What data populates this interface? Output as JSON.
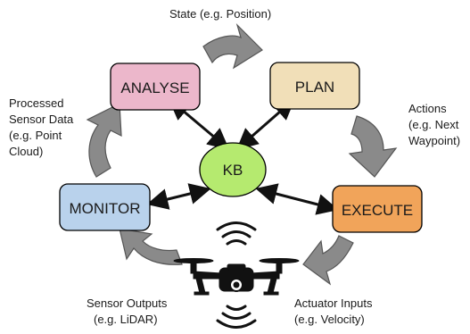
{
  "nodes": {
    "analyse": {
      "label": "ANALYSE",
      "fill": "#ecb7cb"
    },
    "plan": {
      "label": "PLAN",
      "fill": "#f1dfb8"
    },
    "monitor": {
      "label": "MONITOR",
      "fill": "#b9d2ec"
    },
    "execute": {
      "label": "EXECUTE",
      "fill": "#f1a45a"
    },
    "kb": {
      "label": "KB",
      "fill": "#b5ea6f"
    }
  },
  "annotations": {
    "state": [
      "State (e.g. Position)"
    ],
    "processed": [
      "Processed",
      "Sensor Data",
      "(e.g. Point",
      "Cloud)"
    ],
    "actions": [
      "Actions",
      "(e.g. Next",
      "Waypoint)"
    ],
    "sensor_outputs": [
      "Sensor Outputs",
      "(e.g. LiDAR)"
    ],
    "actuator_inputs": [
      "Actuator Inputs",
      "(e.g. Velocity)"
    ]
  },
  "colors": {
    "flow_arrow": "#8a8a8a",
    "link_arrow": "#111111",
    "stroke": "#000000"
  },
  "icons": [
    "drone-icon",
    "signal-waves-icon"
  ]
}
